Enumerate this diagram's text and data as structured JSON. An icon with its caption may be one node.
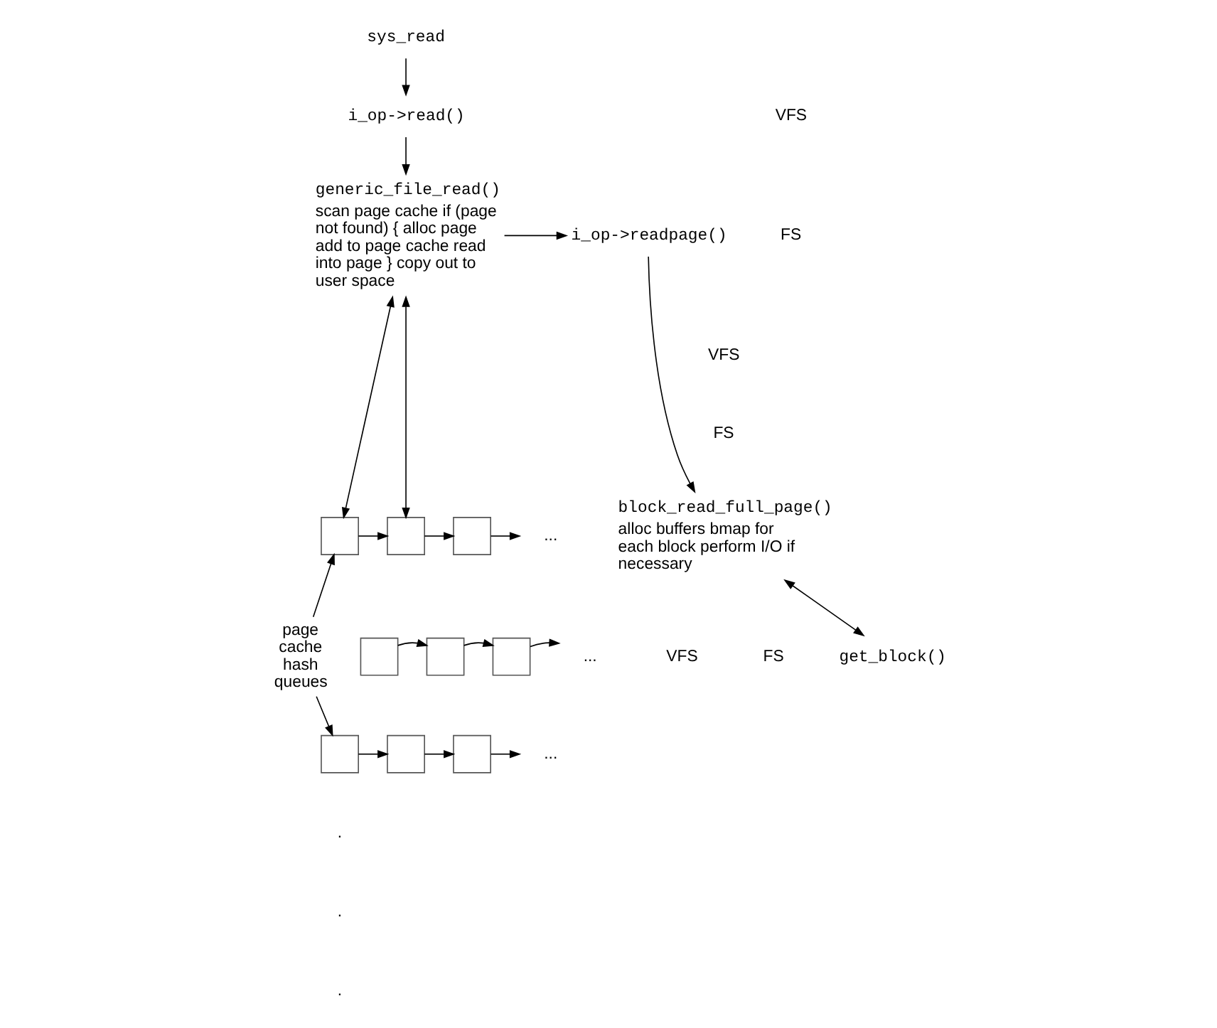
{
  "diagram": {
    "nodes": [
      {
        "text": [
          "sys_read"
        ]
      },
      {
        "text": [
          "i_op->read()"
        ]
      },
      {
        "text": [
          "generic_file_read()",
          "scan page cache if (page not found) { alloc page add to page cache read into page } copy out to user space"
        ]
      },
      {
        "text": [
          "i_op->readpage()"
        ]
      },
      {
        "text": [
          "block_read_full_page()",
          "alloc buffers bmap for each block perform I/O if necessary"
        ]
      },
      {
        "text": [
          "get_block()"
        ]
      },
      {
        "text": [
          "page cache hash queues"
        ]
      },
      {
        "text": [],
        "shape": "box"
      },
      {
        "text": [],
        "shape": "box"
      },
      {
        "text": [],
        "shape": "box"
      },
      {
        "text": [
          "..."
        ]
      },
      {
        "text": [],
        "shape": "box"
      },
      {
        "text": [],
        "shape": "box"
      },
      {
        "text": [],
        "shape": "box"
      },
      {
        "text": [
          "..."
        ]
      },
      {
        "text": [],
        "shape": "box"
      },
      {
        "text": [],
        "shape": "box"
      },
      {
        "text": [],
        "shape": "box"
      },
      {
        "text": [
          "..."
        ]
      }
    ],
    "edges": [
      {
        "from": 0,
        "to": 1,
        "arrow": "to"
      },
      {
        "from": 1,
        "to": 2,
        "arrow": "to"
      },
      {
        "from": 2,
        "to": 3,
        "arrow": "to"
      },
      {
        "from": 3,
        "to": 4,
        "arrow": "to"
      },
      {
        "from": 5,
        "to": 4,
        "arrow": "both"
      },
      {
        "from": 2,
        "to": 7,
        "arrow": "both"
      },
      {
        "from": 2,
        "to": 8,
        "arrow": "both"
      },
      {
        "from": 6,
        "to": 7,
        "arrow": "to"
      },
      {
        "from": 6,
        "to": 15,
        "arrow": "to"
      },
      {
        "from": 7,
        "to": 8,
        "arrow": "to"
      },
      {
        "from": 8,
        "to": 9,
        "arrow": "to"
      },
      {
        "from": 9,
        "to": 10,
        "arrow": "to"
      },
      {
        "from": 11,
        "to": 12,
        "arrow": "to"
      },
      {
        "from": 12,
        "to": 13,
        "arrow": "to"
      },
      {
        "from": 13,
        "to": 14,
        "arrow": "to"
      },
      {
        "from": 15,
        "to": 16,
        "arrow": "to"
      },
      {
        "from": 16,
        "to": 17,
        "arrow": "to"
      },
      {
        "from": 17,
        "to": 18,
        "arrow": "to"
      }
    ],
    "labels": [
      "VFS",
      "FS",
      "VFS",
      "FS",
      "FS",
      "VFS",
      ".",
      ".",
      "."
    ]
  }
}
